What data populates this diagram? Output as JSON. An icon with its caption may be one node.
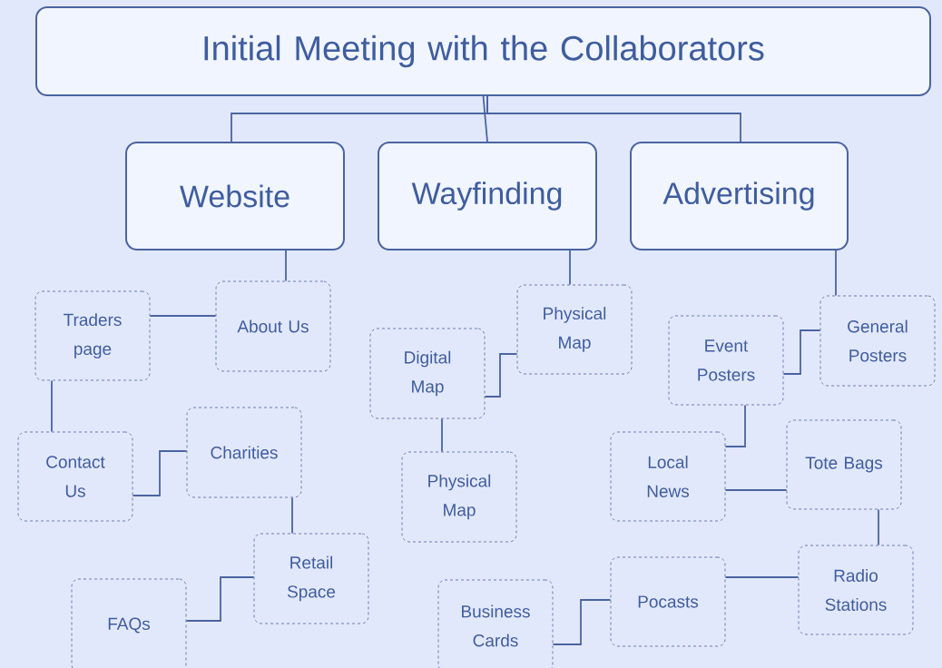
{
  "diagram": {
    "nodes": [
      {
        "text": [
          "Initial Meeting with the Collaborators"
        ]
      },
      {
        "text": [
          "Website"
        ]
      },
      {
        "text": [
          "Wayfinding"
        ]
      },
      {
        "text": [
          "Advertising"
        ]
      },
      {
        "text": [
          "Traders page"
        ]
      },
      {
        "text": [
          "About Us"
        ]
      },
      {
        "text": [
          "Contact Us"
        ]
      },
      {
        "text": [
          "Charities"
        ]
      },
      {
        "text": [
          "Retail Space"
        ]
      },
      {
        "text": [
          "FAQs"
        ]
      },
      {
        "text": [
          "Digital Map"
        ]
      },
      {
        "text": [
          "Physical Map"
        ]
      },
      {
        "text": [
          "Physical Map"
        ]
      },
      {
        "text": [
          "Event Posters"
        ]
      },
      {
        "text": [
          "General Posters"
        ]
      },
      {
        "text": [
          "Local News"
        ]
      },
      {
        "text": [
          "Tote Bags"
        ]
      },
      {
        "text": [
          "Business Cards"
        ]
      },
      {
        "text": [
          "Pocasts"
        ]
      },
      {
        "text": [
          "Radio Stations"
        ]
      }
    ],
    "edges": [
      {
        "from": 0,
        "to": 1,
        "arrow": "none"
      },
      {
        "from": 0,
        "to": 2,
        "arrow": "none"
      },
      {
        "from": 0,
        "to": 3,
        "arrow": "none"
      },
      {
        "from": 1,
        "to": 5,
        "arrow": "none"
      },
      {
        "from": 5,
        "to": 4,
        "arrow": "none"
      },
      {
        "from": 4,
        "to": 6,
        "arrow": "none"
      },
      {
        "from": 6,
        "to": 7,
        "arrow": "none"
      },
      {
        "from": 7,
        "to": 8,
        "arrow": "none"
      },
      {
        "from": 8,
        "to": 9,
        "arrow": "none"
      },
      {
        "from": 2,
        "to": 11,
        "arrow": "none"
      },
      {
        "from": 11,
        "to": 10,
        "arrow": "none"
      },
      {
        "from": 10,
        "to": 12,
        "arrow": "none"
      },
      {
        "from": 3,
        "to": 14,
        "arrow": "none"
      },
      {
        "from": 14,
        "to": 13,
        "arrow": "none"
      },
      {
        "from": 13,
        "to": 15,
        "arrow": "none"
      },
      {
        "from": 15,
        "to": 16,
        "arrow": "none"
      },
      {
        "from": 16,
        "to": 19,
        "arrow": "none"
      },
      {
        "from": 19,
        "to": 18,
        "arrow": "none"
      },
      {
        "from": 18,
        "to": 17,
        "arrow": "none"
      }
    ]
  }
}
